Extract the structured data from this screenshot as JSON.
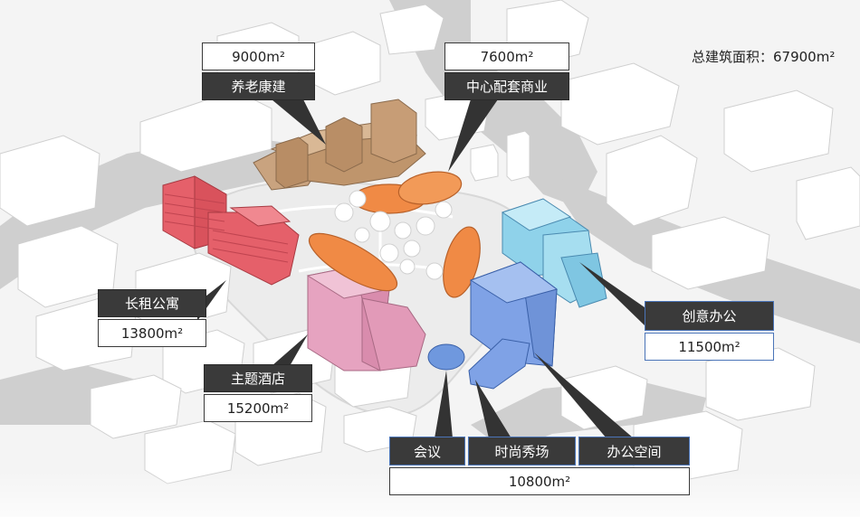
{
  "total": "总建筑面积：67900m²",
  "zones": {
    "elder": {
      "name": "养老康建",
      "area": "9000m²",
      "color": "#c9a37f"
    },
    "commerce": {
      "name": "中心配套商业",
      "area": "7600m²",
      "color": "#f08a45"
    },
    "apartment": {
      "name": "长租公寓",
      "area": "13800m²",
      "color": "#e5606a"
    },
    "hotel": {
      "name": "主题酒店",
      "area": "15200m²",
      "color": "#e29ab8"
    },
    "office": {
      "name": "创意办公",
      "area": "11500m²",
      "color": "#8fd2ea"
    },
    "conference": {
      "name": "会议",
      "color": "#6f98de"
    },
    "fashion": {
      "name": "时尚秀场"
    },
    "workspace": {
      "name": "办公空间"
    },
    "combined_area": "10800m²"
  }
}
